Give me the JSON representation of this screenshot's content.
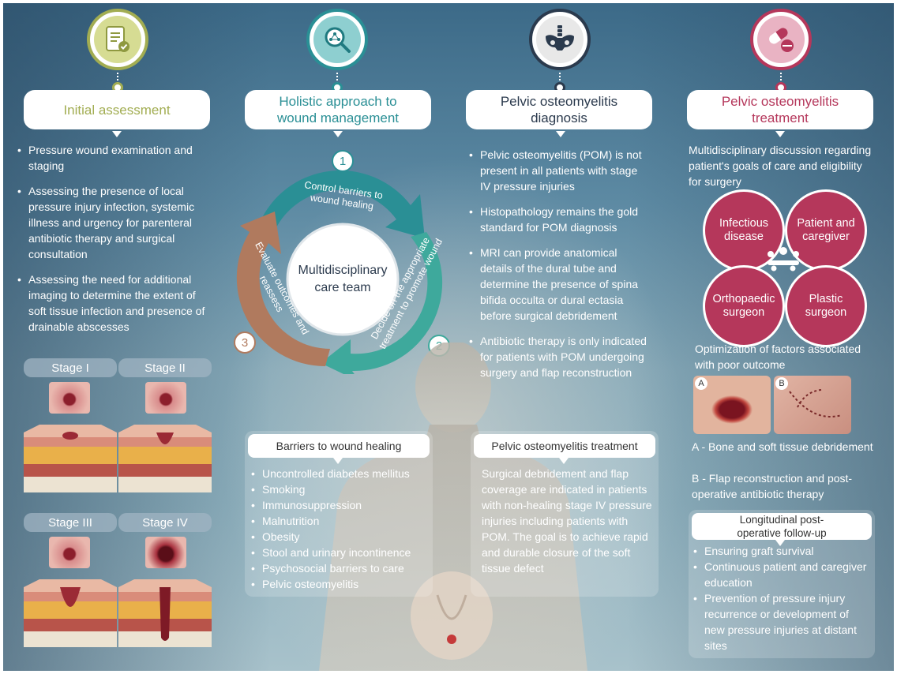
{
  "columns": {
    "assessment": {
      "title": "Initial assessment",
      "bullets": [
        "Pressure wound examination and staging",
        "Assessing the presence of local pressure injury infection, systemic illness and urgency for parenteral antibiotic therapy and surgical consultation",
        "Assessing the need for additional imaging to determine the extent of soft tissue infection and presence of drainable abscesses"
      ],
      "stages": [
        "Stage I",
        "Stage II",
        "Stage III",
        "Stage IV"
      ]
    },
    "holistic": {
      "title": "Holistic approach to wound management",
      "center": "Multidisciplinary care team",
      "steps": [
        {
          "num": "1",
          "label": "Control barriers to wound healing"
        },
        {
          "num": "2",
          "label": "Decide on the appropriate treatment to promote wound"
        },
        {
          "num": "3",
          "label": "Evaluate outcomes and reassess"
        }
      ]
    },
    "diagnosis": {
      "title": "Pelvic osteomyelitis diagnosis",
      "bullets": [
        "Pelvic osteomyelitis (POM) is not present in all patients with stage IV pressure injuries",
        "Histopathology remains the gold standard for POM diagnosis",
        "MRI can provide anatomical details of the dural tube and determine the presence of spina bifida occulta or dural ectasia before surgical debridement",
        "Antibiotic therapy is only indicated for patients with POM undergoing surgery and flap reconstruction"
      ]
    },
    "treatment": {
      "title": "Pelvic osteomyelitis treatment",
      "intro": "Multidisciplinary discussion regarding patient's goals of care and eligibility for surgery",
      "team": [
        "Infectious disease",
        "Patient and caregiver",
        "Orthopaedic surgeon",
        "Plastic surgeon"
      ],
      "optimization": "Optimization of factors associated with poor outcome",
      "photo_labels": [
        "A",
        "B"
      ],
      "captions": [
        "A - Bone and soft tissue debridement",
        "B - Flap reconstruction and post-operative antibiotic therapy"
      ],
      "followup_title": "Longitudinal post-operative follow-up",
      "followup": [
        "Ensuring graft survival",
        "Continuous patient and caregiver education",
        "Prevention of pressure injury recurrence or development of new pressure injuries at distant sites"
      ]
    }
  },
  "barriers": {
    "title": "Barriers to wound healing",
    "items": [
      "Uncontrolled diabetes mellitus",
      "Smoking",
      "Immunosuppression",
      "Malnutrition",
      "Obesity",
      "Stool and urinary incontinence",
      "Psychosocial barriers to care",
      "Pelvic osteomyelitis"
    ]
  },
  "pom_treatment": {
    "title": "Pelvic osteomyelitis treatment",
    "text": "Surgical debridement and flap coverage are indicated in patients with non-healing stage IV pressure injuries including patients with POM. The goal is to achieve rapid and durable closure of the soft tissue defect"
  },
  "colors": {
    "olive": "#a2ad52",
    "teal": "#2a8f95",
    "navy": "#2b3a4d",
    "magenta": "#b5375b",
    "brown": "#b07a5e"
  },
  "icons": [
    "clipboard-check-icon",
    "magnifier-network-icon",
    "pelvis-spine-icon",
    "pills-icon"
  ]
}
